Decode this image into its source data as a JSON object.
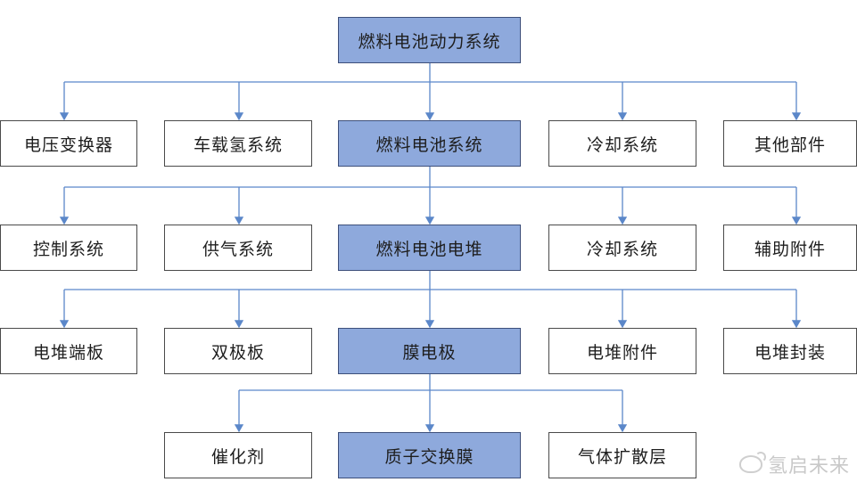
{
  "diagram": {
    "root": "燃料电池动力系统",
    "level1": [
      "电压变换器",
      "车载氢系统",
      "燃料电池系统",
      "冷却系统",
      "其他部件"
    ],
    "level2": [
      "控制系统",
      "供气系统",
      "燃料电池电堆",
      "冷却系统",
      "辅助附件"
    ],
    "level3": [
      "电堆端板",
      "双极板",
      "膜电极",
      "电堆附件",
      "电堆封装"
    ],
    "level4": [
      "催化剂",
      "质子交换膜",
      "气体扩散层"
    ]
  },
  "watermark": "氢启未来",
  "colors": {
    "highlight_fill": "#8ea9dc",
    "connector": "#5b87c9",
    "border": "#4a4a4a"
  }
}
